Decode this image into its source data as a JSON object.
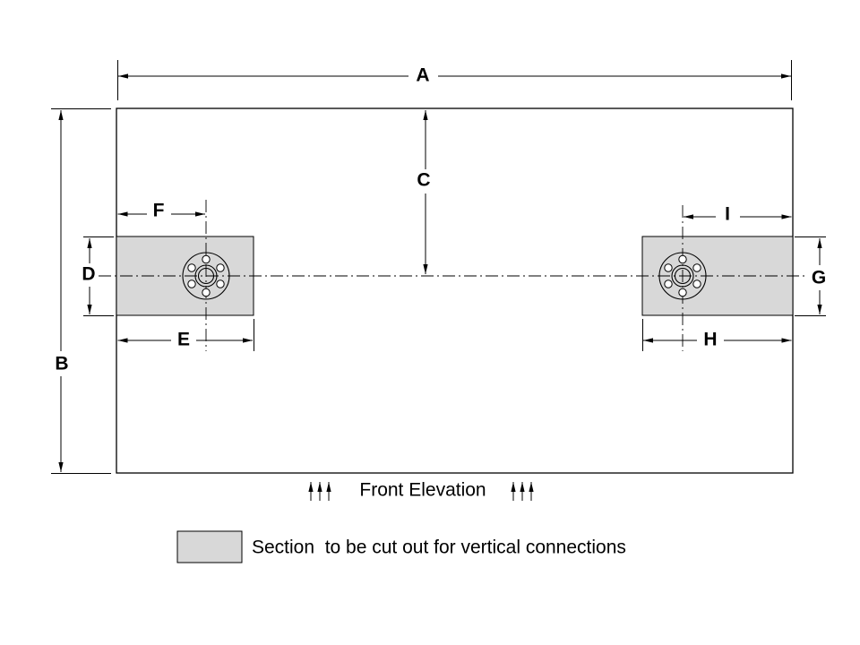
{
  "drawing": {
    "labels": {
      "A": "A",
      "B": "B",
      "C": "C",
      "D": "D",
      "E": "E",
      "F": "F",
      "G": "G",
      "H": "H",
      "I": "I"
    },
    "caption": "Front Elevation",
    "legend_text": "Section  to be cut out for vertical connections",
    "icons": {
      "up_arrows_left": "↑↑↑",
      "up_arrows_right": "↑↑↑"
    },
    "colors": {
      "cutout_fill": "#d8d8d8",
      "line": "#000000",
      "background": "#ffffff"
    }
  }
}
